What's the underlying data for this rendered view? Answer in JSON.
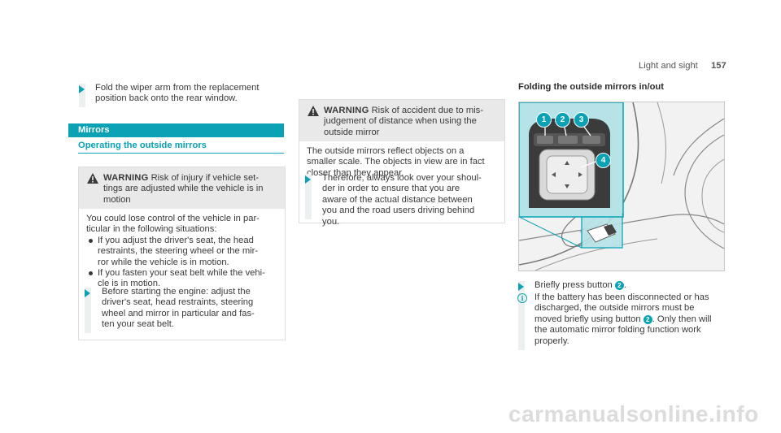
{
  "header": {
    "section": "Light and sight",
    "page_number": "157"
  },
  "col1": {
    "step1": [
      "Fold the wiper arm from the replacement",
      "position back onto the rear window."
    ],
    "section_title": "Mirrors",
    "subheading": "Operating the outside mirrors",
    "warning": {
      "label": "WARNING",
      "head_lines": [
        " Risk of injury if vehicle set-",
        "tings are adjusted while the vehicle is in",
        "motion"
      ],
      "intro": [
        "You could lose control of the vehicle in par-",
        "ticular in the following situations:"
      ],
      "bullet1": [
        "If you adjust the driver's seat, the head",
        "restraints, the steering wheel or the mir-",
        "ror while the vehicle is in motion."
      ],
      "bullet2": [
        "If you fasten your seat belt while the vehi-",
        "cle is in motion."
      ],
      "step": [
        "Before starting the engine: adjust the",
        "driver's seat, head restraints, steering",
        "wheel and mirror in particular and fas-",
        "ten your seat belt."
      ]
    }
  },
  "col2": {
    "warning": {
      "label": "WARNING",
      "head_lines": [
        " Risk of accident due to mis-",
        "judgement of distance when using the",
        "outside mirror"
      ],
      "body": [
        "The outside mirrors reflect objects on a",
        "smaller scale. The objects in view are in fact",
        "closer than they appear."
      ],
      "step": [
        "Therefore, always look over your shoul-",
        "der in order to ensure that you are",
        "aware of the actual distance between",
        "you and the road users driving behind",
        "you."
      ]
    }
  },
  "col3": {
    "heading": "Folding the outside mirrors in/out",
    "figure_callouts": [
      "1",
      "2",
      "3",
      "4"
    ],
    "step_prefix": "Briefly press button ",
    "step_button": "2",
    "step_suffix": ".",
    "info_prefix": "If the battery has been disconnected or has",
    "info_line2": "discharged, the outside mirrors must be",
    "info_line3_pre": "moved briefly using button ",
    "info_button": "2",
    "info_line3_post": ". Only then will",
    "info_line4": "the automatic mirror folding function work",
    "info_line5": "properly.",
    "accent_color": "#0aa2b4"
  },
  "watermark": "carmanualsonline.info"
}
